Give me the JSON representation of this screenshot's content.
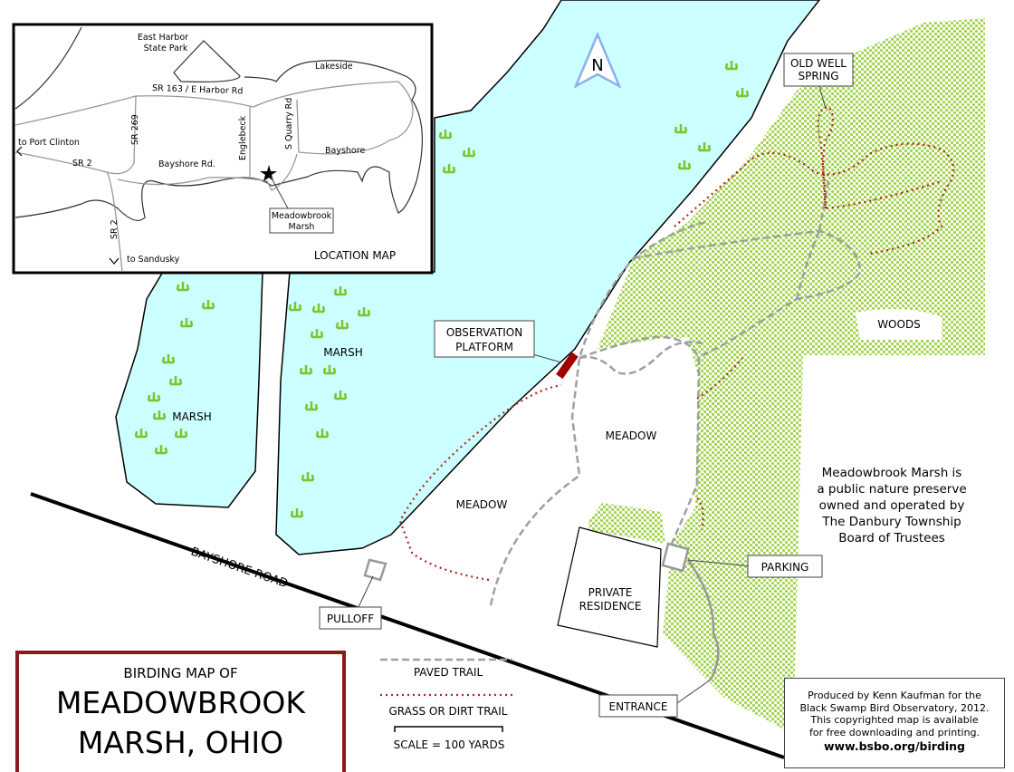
{
  "title": {
    "subtitle": "BIRDING MAP OF",
    "line1": "MEADOWBROOK",
    "line2": "MARSH, OHIO"
  },
  "labels": {
    "north": "N",
    "old_well_1": "OLD WELL",
    "old_well_2": "SPRING",
    "woods": "WOODS",
    "obs_1": "OBSERVATION",
    "obs_2": "PLATFORM",
    "marsh_left": "MARSH",
    "marsh_right": "MARSH",
    "meadow_1": "MEADOW",
    "meadow_2": "MEADOW",
    "private_1": "PRIVATE",
    "private_2": "RESIDENCE",
    "parking": "PARKING",
    "pulloff": "PULLOFF",
    "entrance": "ENTRANCE",
    "road": "BAYSHORE ROAD"
  },
  "note": [
    "Meadowbrook Marsh is",
    "a public nature preserve",
    "owned and operated by",
    "The Danbury Township",
    "Board of Trustees"
  ],
  "legend": {
    "paved": "PAVED TRAIL",
    "dirt": "GRASS OR DIRT TRAIL",
    "scale": "SCALE = 100 YARDS"
  },
  "credit": {
    "lines": [
      "Produced by Kenn Kaufman for the",
      "Black Swamp Bird Observatory, 2012.",
      "This copyrighted map is available",
      "for free downloading and printing."
    ],
    "url": "www.bsbo.org/birding"
  },
  "inset": {
    "title": "LOCATION MAP",
    "east_harbor_1": "East Harbor",
    "east_harbor_2": "State Park",
    "lakeside": "Lakeside",
    "sr163": "SR 163 / E Harbor Rd",
    "port_clinton": "to Port Clinton",
    "sr2": "SR 2",
    "sr269": "SR 269",
    "englebeck": "Englebeck",
    "squarry": "S Quarry Rd",
    "bayshore": "Bayshore",
    "bayshore_rd": "Bayshore Rd.",
    "meadowbrook_1": "Meadowbrook",
    "meadowbrook_2": "Marsh",
    "sr2_south": "SR 2",
    "sandusky": "to Sandusky"
  },
  "colors": {
    "water": "#ccffff",
    "woods": "#9fd44a",
    "dirt_trail": "#b22222",
    "paved_trail": "#a0a0a0",
    "title_border": "#8b1a1a"
  }
}
